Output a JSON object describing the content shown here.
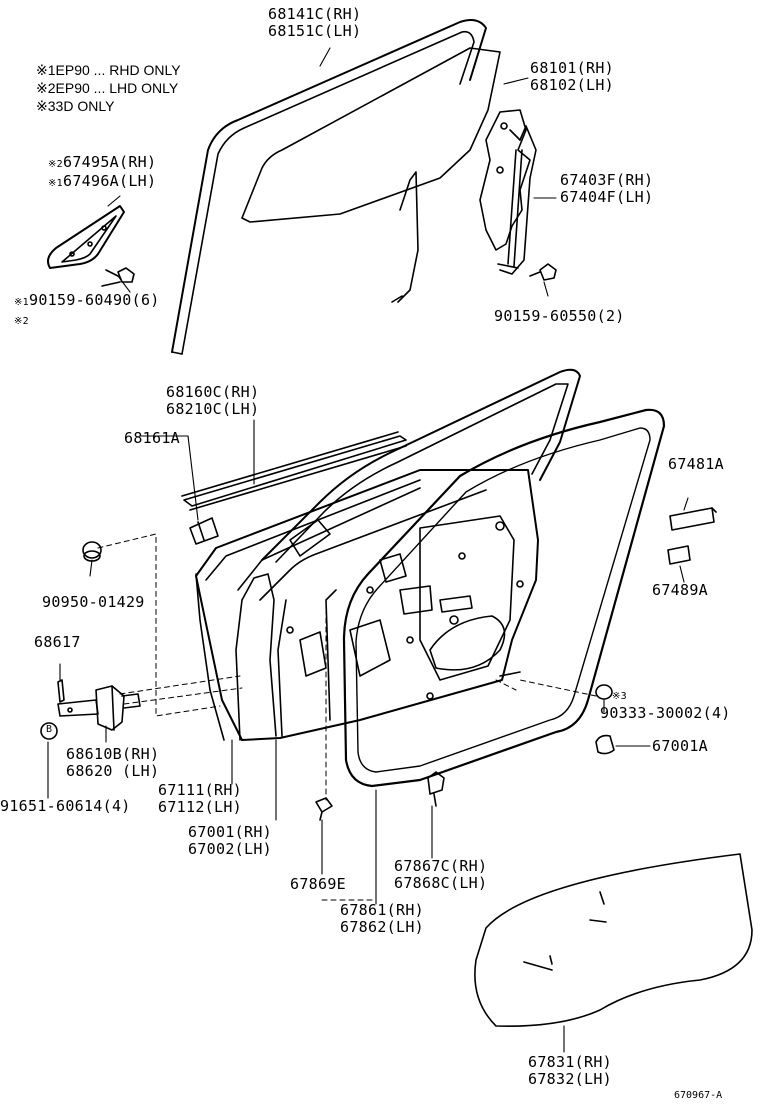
{
  "legend": [
    {
      "mark": "※1",
      "text": "EP90 ... RHD ONLY"
    },
    {
      "mark": "※2",
      "text": "EP90 ... LHD ONLY"
    },
    {
      "mark": "※3",
      "text": "3D ONLY"
    }
  ],
  "parts": {
    "p68141c": {
      "line1": "68141C(RH)",
      "line2": "68151C(LH)"
    },
    "p68101": {
      "line1": "68101(RH)",
      "line2": "68102(LH)"
    },
    "p67495a": {
      "mark1": "※2",
      "mark2": "※1",
      "line1": "67495A(RH)",
      "line2": "67496A(LH)"
    },
    "p67403f": {
      "line1": "67403F(RH)",
      "line2": "67404F(LH)"
    },
    "p90159_60490": {
      "mark1": "※1",
      "mark2": "※2",
      "line1": "90159-60490(6)"
    },
    "p90159_60550": {
      "line1": "90159-60550(2)"
    },
    "p68160c": {
      "line1": "68160C(RH)",
      "line2": "68210C(LH)"
    },
    "p68161a": {
      "line1": "68161A"
    },
    "p67481a": {
      "line1": "67481A"
    },
    "p90950": {
      "line1": "90950-01429"
    },
    "p67489a": {
      "line1": "67489A"
    },
    "p68617": {
      "line1": "68617"
    },
    "p90333": {
      "mark1": "※3",
      "line1": "90333-30002(4)"
    },
    "p68610b": {
      "line1": "68610B(RH)",
      "line2": "68620 (LH)"
    },
    "p67001a": {
      "line1": "67001A"
    },
    "p91651": {
      "line1": "91651-60614(4)"
    },
    "p67111": {
      "line1": "67111(RH)",
      "line2": "67112(LH)"
    },
    "p67001": {
      "line1": "67001(RH)",
      "line2": "67002(LH)"
    },
    "p67867c": {
      "line1": "67867C(RH)",
      "line2": "67868C(LH)"
    },
    "p67869e": {
      "line1": "67869E"
    },
    "p67861": {
      "line1": "67861(RH)",
      "line2": "67862(LH)"
    },
    "p67831": {
      "line1": "67831(RH)",
      "line2": "67832(LH)"
    }
  },
  "bolt_mark": "B",
  "diagram_code": "670967-A"
}
